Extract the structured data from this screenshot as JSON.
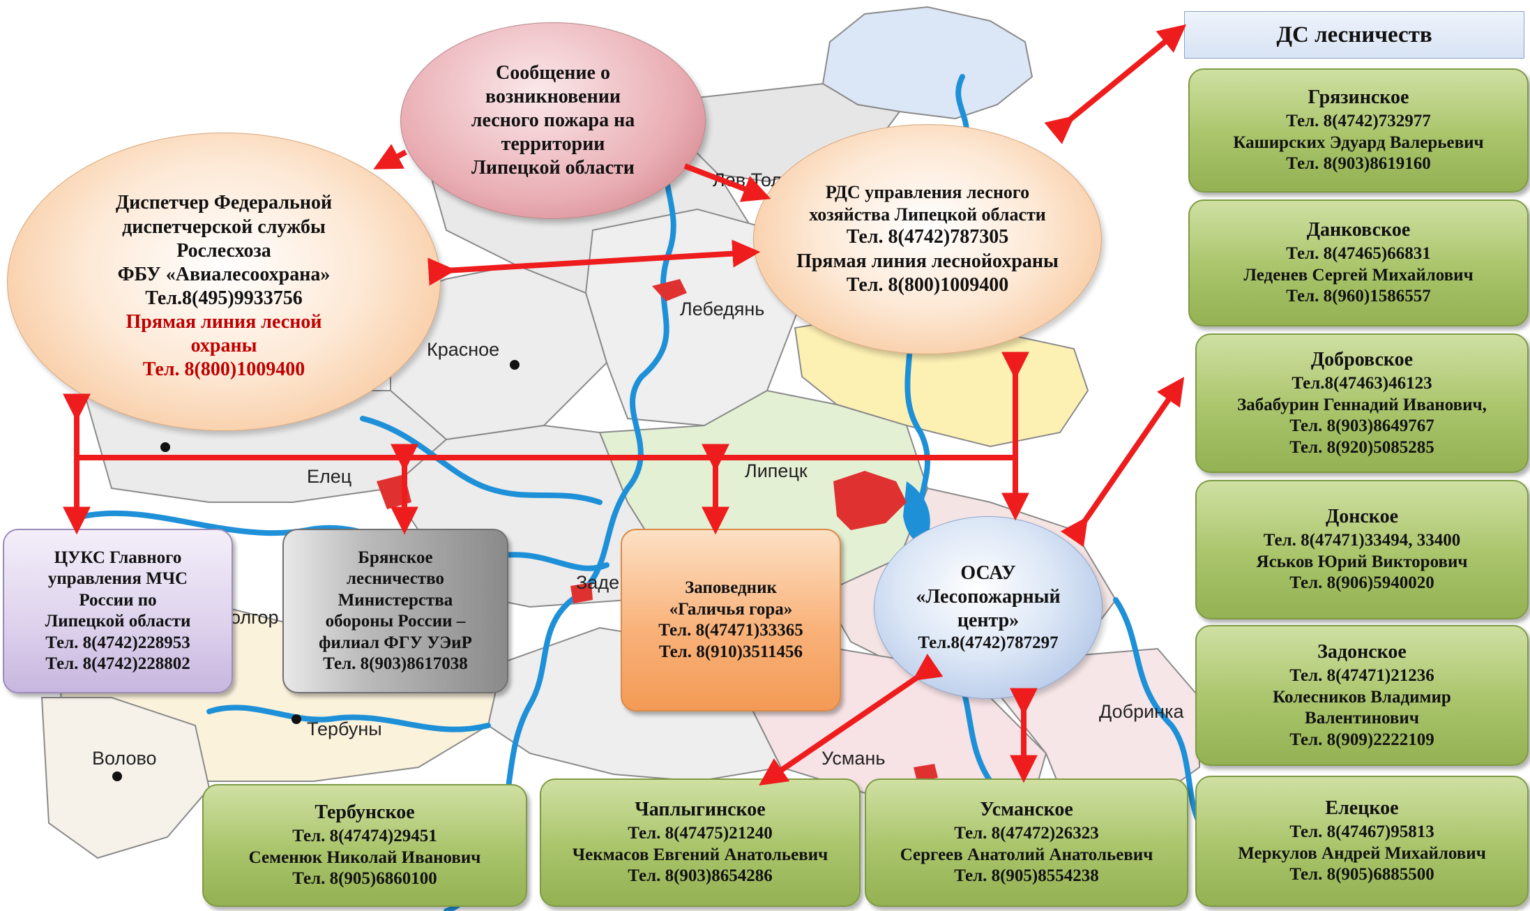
{
  "map_labels": {
    "lev_tolstoy": "Лев Тол",
    "lebedyan": "Лебедянь",
    "krasnoe": "Красное",
    "elets": "Елец",
    "lipetsk": "Липецк",
    "zadonsk": "Заде",
    "dolgorukovo": "олгор",
    "terbuny": "Тербуны",
    "volovo": "Волово",
    "usman": "Усмань",
    "dobrinka": "Добринка"
  },
  "nodes": {
    "report": {
      "lines": [
        "Сообщение о",
        "возникновении",
        "лесного пожара на",
        "территории",
        "Липецкой области"
      ]
    },
    "federal": {
      "lines": [
        "Диспетчер Федеральной",
        "диспетчерской службы",
        "Рослесхоза",
        "ФБУ «Авиалесоохрана»",
        "Тел.8(495)9933756"
      ],
      "hotline_lines": [
        "Прямая линия лесной",
        "охраны",
        "Тел. 8(800)1009400"
      ]
    },
    "rds": {
      "lines": [
        "РДС управления лесного",
        "хозяйства Липецкой области",
        "Тел. 8(4742)787305",
        "Прямая линия леснойохраны",
        "Тел. 8(800)1009400"
      ]
    },
    "osau": {
      "lines": [
        "ОСАУ",
        "«Лесопожарный",
        "центр»",
        "Тел.8(4742)787297"
      ]
    },
    "cuks": {
      "lines": [
        "ЦУКС  Главного",
        "управления МЧС",
        "России  по",
        "Липецкой области",
        "Тел. 8(4742)228953",
        "Тел. 8(4742)228802"
      ]
    },
    "bryansk": {
      "lines": [
        "Брянское",
        "лесничество",
        "Министерства",
        "обороны России –",
        "филиал ФГУ УЭиР",
        "Тел. 8(903)8617038"
      ]
    },
    "reserve": {
      "lines": [
        "Заповедник",
        "«Галичья гора»",
        "Тел. 8(47471)33365",
        "Тел. 8(910)3511456"
      ]
    }
  },
  "ds_header": "ДС лесничеств",
  "forestries": [
    {
      "name": "Грязинское",
      "lines": [
        "Тел. 8(4742)732977",
        "Каширских  Эдуард  Валерьевич",
        "Тел. 8(903)8619160"
      ]
    },
    {
      "name": "Данковское",
      "lines": [
        "Тел. 8(47465)66831",
        "Леденев Сергей Михайлович",
        "Тел. 8(960)1586557"
      ]
    },
    {
      "name": "Добровское",
      "lines": [
        "Тел.8(47463)46123",
        "Забабурин  Геннадий Иванович,",
        "Тел. 8(903)8649767",
        "Тел. 8(920)5085285"
      ]
    },
    {
      "name": "Донское",
      "lines": [
        "Тел. 8(47471)33494, 33400",
        "Яськов  Юрий  Викторович",
        "Тел. 8(906)5940020"
      ]
    },
    {
      "name": "Задонское",
      "lines": [
        "Тел. 8(47471)21236",
        "Колесников  Владимир",
        "Валентинович",
        "Тел. 8(909)2222109"
      ]
    },
    {
      "name": "Елецкое",
      "lines": [
        "Тел. 8(47467)95813",
        "Меркулов  Андрей Михайлович",
        "Тел. 8(905)6885500"
      ]
    },
    {
      "name": "Тербунское",
      "lines": [
        "Тел. 8(47474)29451",
        "Семенюк Николай  Иванович",
        "Тел. 8(905)6860100"
      ]
    },
    {
      "name": "Чаплыгинское",
      "lines": [
        "Тел. 8(47475)21240",
        "Чекмасов Евгений  Анатольевич",
        "Тел. 8(903)8654286"
      ]
    },
    {
      "name": "Усманское",
      "lines": [
        "Тел. 8(47472)26323",
        "Сергеев Анатолий  Анатольевич",
        "Тел. 8(905)8554238"
      ]
    }
  ],
  "colors": {
    "arrow": "#ee1c1c",
    "river": "#1e90d8",
    "city": "#e03131"
  }
}
